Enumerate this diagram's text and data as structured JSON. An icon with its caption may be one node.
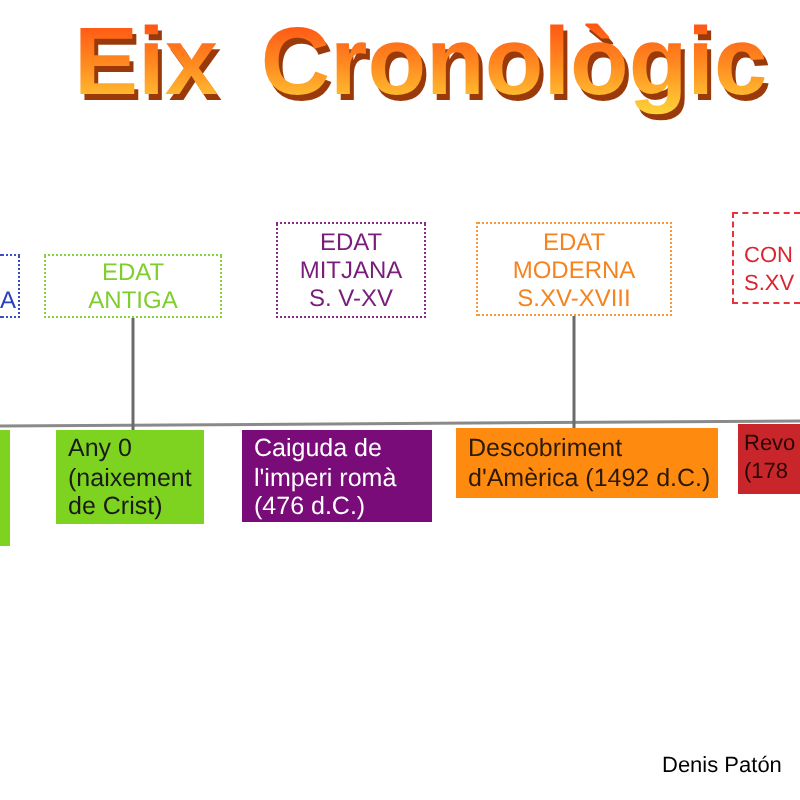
{
  "diagram": {
    "title": "Eix Cronològic",
    "nodes": [
      {
        "text": [
          "A"
        ]
      },
      {
        "text": [
          "EDAT ANTIGA"
        ]
      },
      {
        "text": [
          "EDAT MITJANA",
          "S. V-XV"
        ]
      },
      {
        "text": [
          "EDAT MODERNA",
          "S.XV-XVIII"
        ]
      },
      {
        "text": [
          "CON",
          "S.XV"
        ]
      },
      {
        "text": [],
        "shape": "box"
      },
      {
        "text": [
          "Any 0 (naixement de Crist)"
        ]
      },
      {
        "text": [
          "Caiguda de l'imperi romà (476 d.C.)"
        ]
      },
      {
        "text": [
          "Descobriment d'Amèrica (1492 d.C.)"
        ]
      },
      {
        "text": [
          "Revo (178"
        ]
      }
    ],
    "edges": [
      {
        "from": 1,
        "to": 6,
        "arrow": "none"
      },
      {
        "from": 3,
        "to": 8,
        "arrow": "none"
      }
    ],
    "labels": [
      "Denis Patón"
    ]
  }
}
